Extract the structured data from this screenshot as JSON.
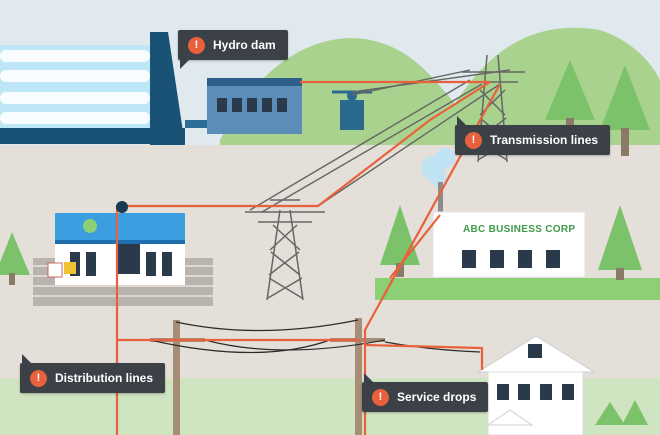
{
  "callouts": {
    "hydro_dam": "Hydro dam",
    "transmission_lines": "Transmission lines",
    "distribution_lines": "Distribution lines",
    "service_drops": "Service drops"
  },
  "warning_icon": "warning-icon",
  "business_sign": "ABC BUSINESS CORP",
  "colors": {
    "sky": "#dfe9ee",
    "ground": "#e4dfd8",
    "hills": "#a9d28f",
    "trees": "#7cc26a",
    "power_line": "#e8603c",
    "transmission_wire": "#666666",
    "callout_bg": "#3b4147",
    "water": "#a7dcf3",
    "dam": "#1a5276",
    "business_green": "#3e9b49"
  }
}
